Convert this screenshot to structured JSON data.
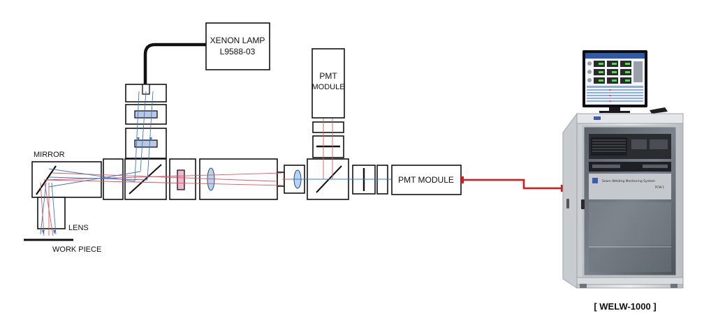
{
  "labels": {
    "xenon_lamp_line1": "XENON LAMP",
    "xenon_lamp_line2": "L9588-03",
    "pmt_module_top_line1": "PMT",
    "pmt_module_top_line2": "MODULE",
    "pmt_module_right": "PMT MODULE",
    "mirror": "MIRROR",
    "lens": "LENS",
    "work_piece": "WORK PIECE"
  },
  "cabinet": {
    "caption": "[ WELW-1000 ]",
    "panel_line1": "Seam Welding Monitoring System",
    "panel_line2": "PCW-1"
  },
  "colors": {
    "ray_red": "#e05560",
    "ray_blue": "#3a78c8",
    "cable": "#e01515",
    "filter_blue": "#b8c8e6",
    "filter_pink": "#f2b8d2",
    "lens_blue": "#b5d4f2",
    "monitor_bezel": "#0e0e12",
    "cabinet_frame": "#d4d7db"
  }
}
